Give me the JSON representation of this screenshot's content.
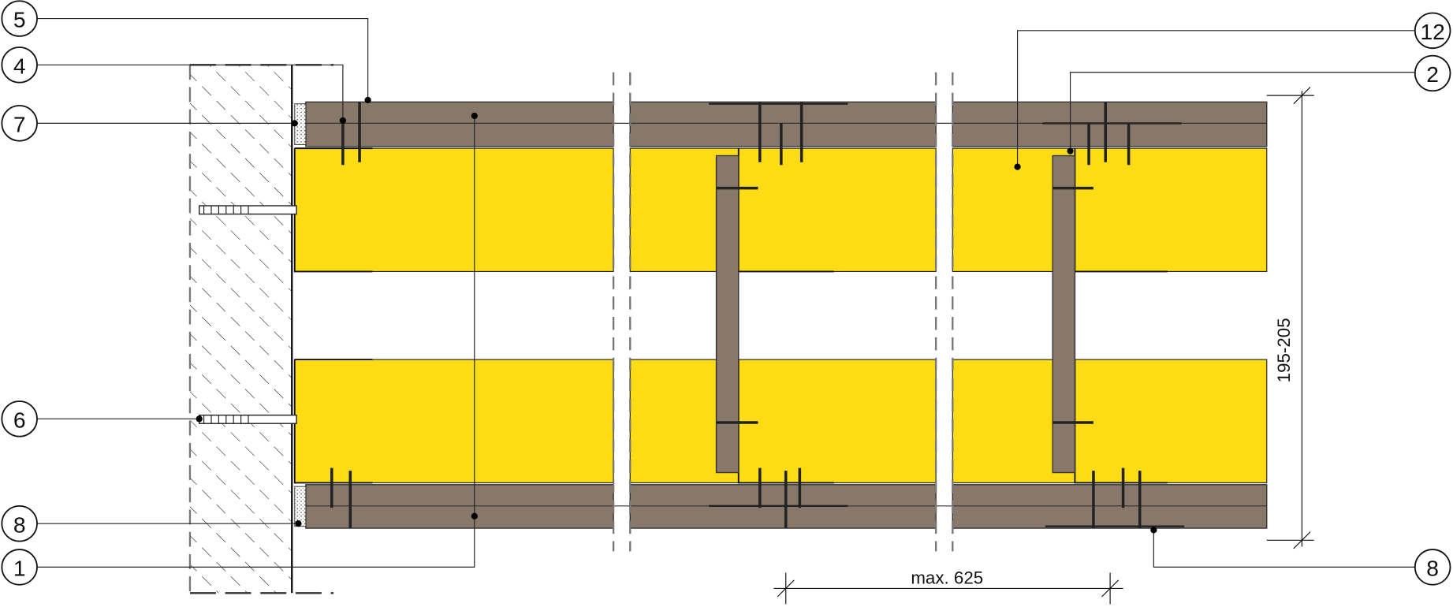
{
  "callouts": [
    {
      "label": "5"
    },
    {
      "label": "4"
    },
    {
      "label": "7"
    },
    {
      "label": "6"
    },
    {
      "label": "8"
    },
    {
      "label": "1"
    },
    {
      "label": "12"
    },
    {
      "label": "2"
    },
    {
      "label": "8"
    }
  ],
  "dimensions": {
    "height": "195-205",
    "spacing": "max. 625"
  },
  "colors": {
    "insulation": "#fddc15",
    "board": "#88786a"
  }
}
